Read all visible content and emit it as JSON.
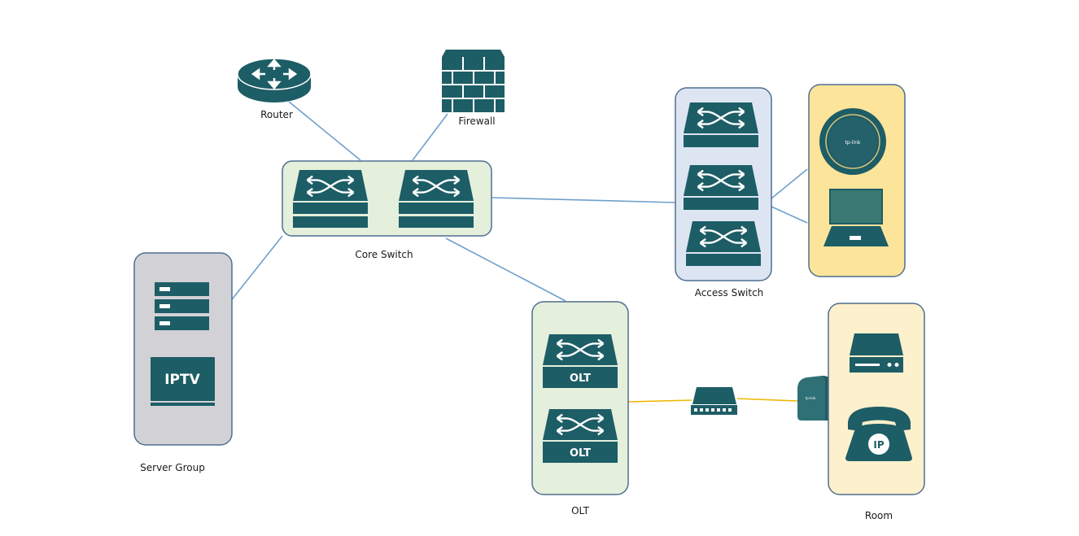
{
  "labels": {
    "router": "Router",
    "firewall": "Firewall",
    "core_switch": "Core Switch",
    "access_switch": "Access Switch",
    "server_group": "Server Group",
    "olt_group": "OLT",
    "room": "Room"
  },
  "device_text": {
    "iptv": "IPTV",
    "olt_1": "OLT",
    "olt_2": "OLT",
    "ip_phone": "IP"
  },
  "colors": {
    "device": "#1d5d66",
    "group_border": "#4f6f8f",
    "link_blue": "#6fa0cc",
    "link_yellow": "#f0b400",
    "core_bg": "#e4efdc",
    "olt_bg": "#e4efdc",
    "access_bg": "#dde5f3",
    "server_bg": "#d2d2d6",
    "wifi_bg": "#fde49b",
    "room_bg": "#fdf0cc"
  }
}
